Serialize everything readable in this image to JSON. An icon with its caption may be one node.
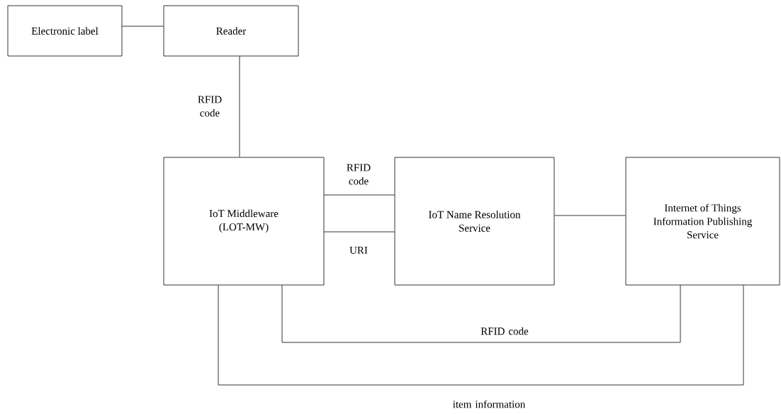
{
  "diagram": {
    "nodes": [
      {
        "text": [
          "Electronic label"
        ]
      },
      {
        "text": [
          "Reader"
        ]
      },
      {
        "text": [
          "IoT Middleware (LOT-MW)"
        ]
      },
      {
        "text": [
          "IoT Name Resolution Service"
        ]
      },
      {
        "text": [
          "Internet of Things Information Publishing Service"
        ]
      }
    ],
    "edges": [
      {
        "from": 0,
        "to": 1,
        "arrow": "none"
      },
      {
        "from": 1,
        "to": 2,
        "arrow": "none",
        "label": "RFID code"
      },
      {
        "from": 2,
        "to": 3,
        "arrow": "none",
        "label": "RFID code"
      },
      {
        "from": 2,
        "to": 3,
        "arrow": "none",
        "label": "URI"
      },
      {
        "from": 3,
        "to": 4,
        "arrow": "none"
      },
      {
        "from": 2,
        "to": 4,
        "arrow": "none",
        "label": "RFID code"
      },
      {
        "from": 2,
        "to": 4,
        "arrow": "none",
        "label": "item information"
      }
    ]
  }
}
